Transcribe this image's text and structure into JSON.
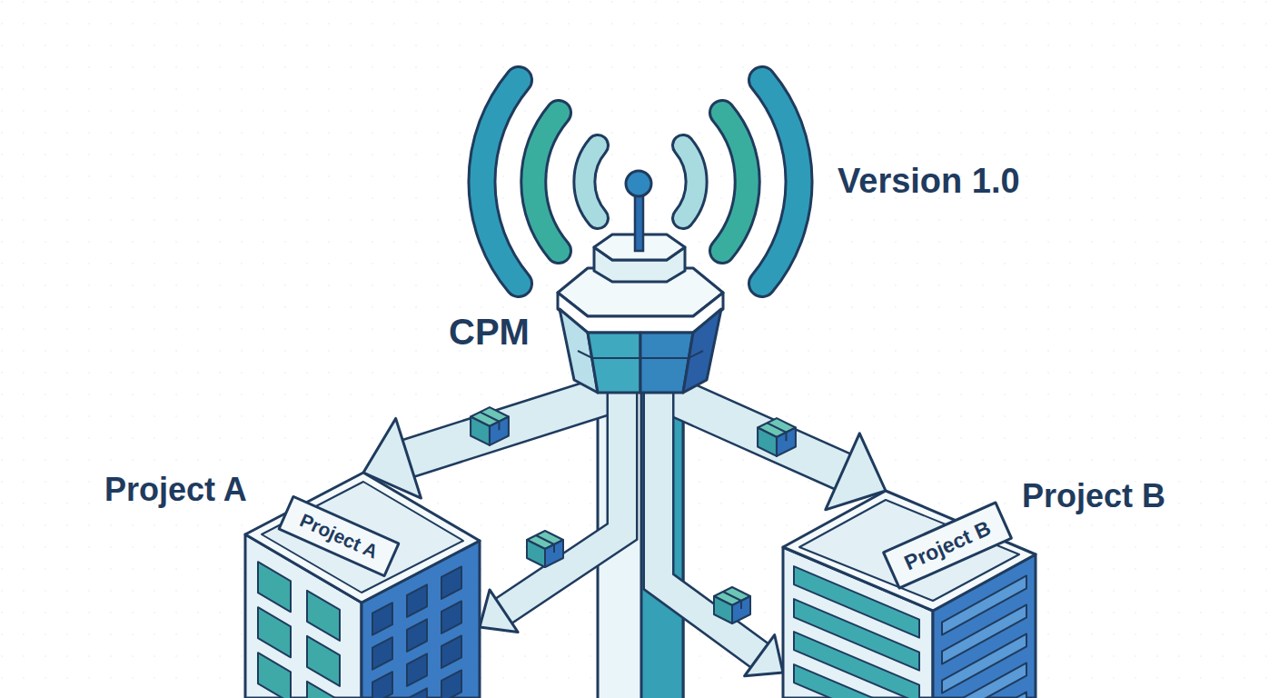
{
  "diagram": {
    "nodes": [
      {
        "text": [
          "CPM"
        ]
      },
      {
        "text": [
          "Project A",
          "Project A"
        ]
      },
      {
        "text": [
          "Project B",
          "Project B"
        ]
      }
    ],
    "edges": [
      {
        "from": 0,
        "to": 1,
        "arrow": "to"
      },
      {
        "from": 0,
        "to": 2,
        "arrow": "to"
      },
      {
        "from": 0,
        "to": 1,
        "arrow": "to"
      },
      {
        "from": 0,
        "to": 2,
        "arrow": "to"
      }
    ],
    "labels": [
      "Version 1.0"
    ]
  }
}
